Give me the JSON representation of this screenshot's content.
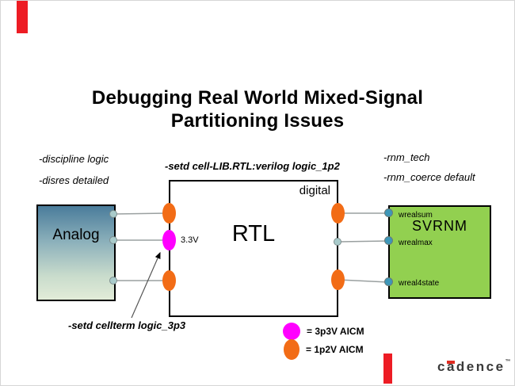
{
  "slide": {
    "title_line1": "Debugging Real World Mixed-Signal",
    "title_line2": "Partitioning Issues"
  },
  "annotations": {
    "discipline": "-discipline logic",
    "disres": "-disres detailed",
    "setd_cell": "-setd cell-LIB.RTL:verilog logic_1p2",
    "rnm_tech": "-rnm_tech",
    "rnm_coerce": "-rnm_coerce default",
    "setd_cellterm": "-setd cellterm logic_3p3"
  },
  "blocks": {
    "analog": {
      "label": "Analog"
    },
    "rtl": {
      "label": "RTL",
      "corner_label": "digital",
      "pin_label": "3.3V"
    },
    "svrnm": {
      "label": "SVRNM",
      "pins": [
        "wrealsum",
        "wrealmax",
        "wreal4state"
      ]
    }
  },
  "legend": {
    "items": [
      {
        "swatch": "magenta-circle",
        "label": "= 3p3V AICM"
      },
      {
        "swatch": "orange-oval",
        "label": "= 1p2V AICM"
      }
    ]
  },
  "branding": {
    "logo_text": "cadence",
    "trademark": "™"
  },
  "colors": {
    "accent_red": "#ED1C24",
    "aicm_3p3v_magenta": "#FF00FF",
    "aicm_1p2v_orange": "#F26C16",
    "svrnm_green": "#92D050",
    "analog_gradient_top": "#4A7C9B",
    "analog_gradient_bottom": "#E2ECD8",
    "logo_gray": "#3a3a3a"
  }
}
